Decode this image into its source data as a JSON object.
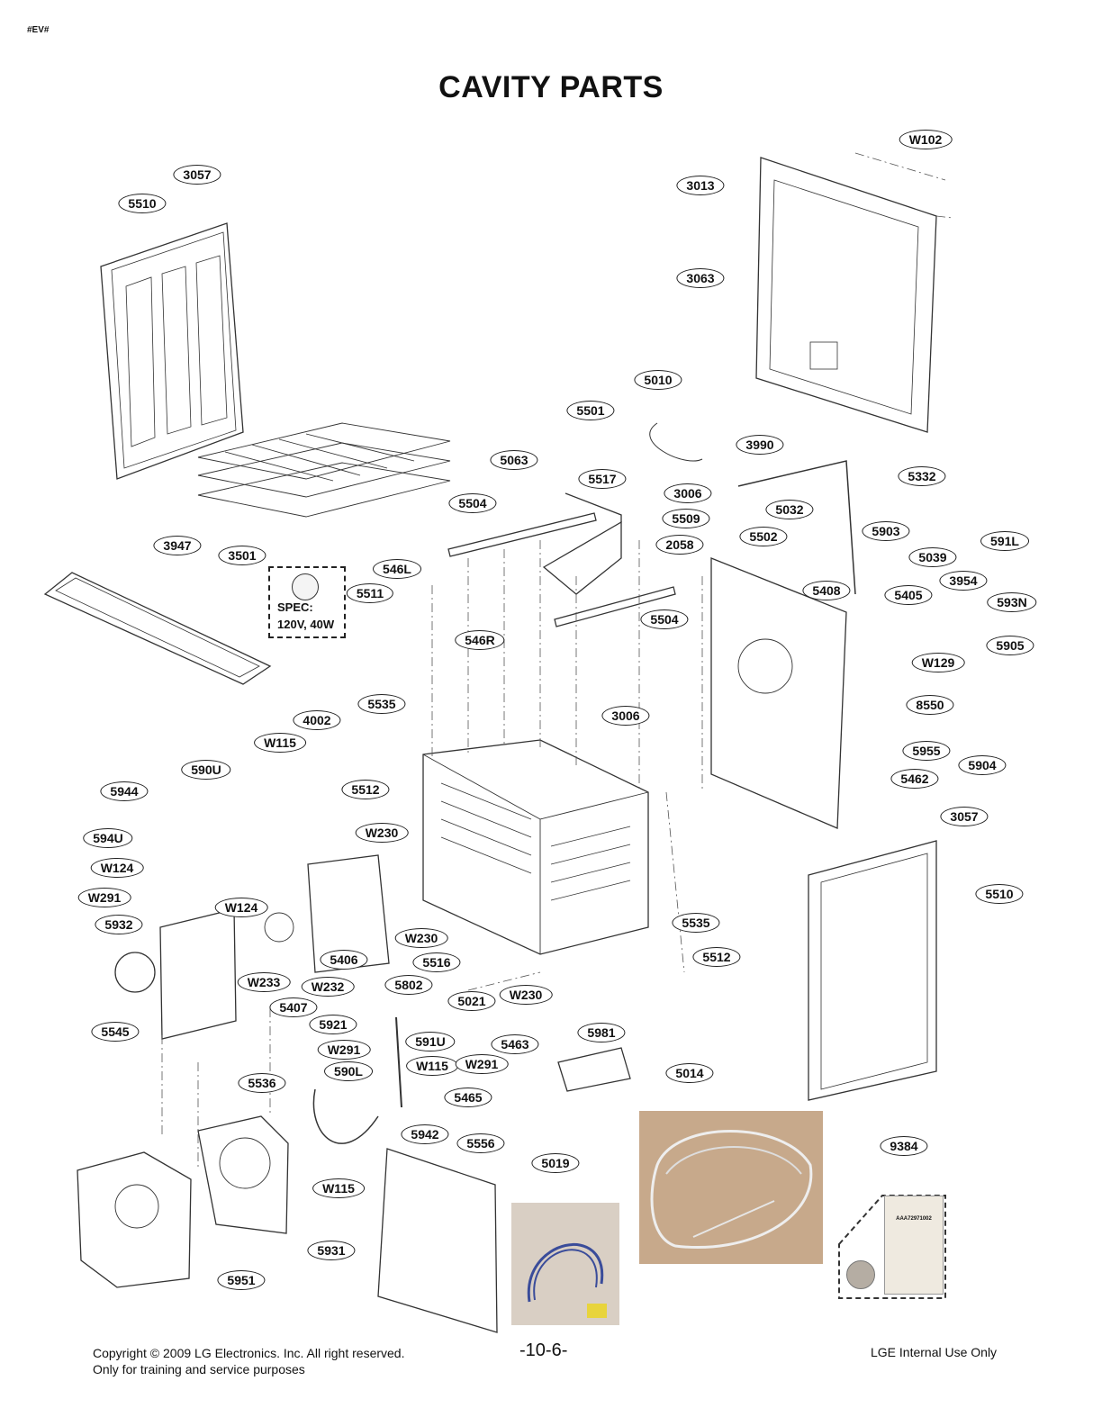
{
  "header": {
    "corner_tag": "#EV#",
    "title": "CAVITY PARTS"
  },
  "spec": {
    "line1": "SPEC:",
    "line2": "120V, 40W"
  },
  "kit": {
    "bag_label": "AAA72971002"
  },
  "labels": [
    {
      "id": "W102",
      "text": "W102"
    },
    {
      "id": "3057-top",
      "text": "3057"
    },
    {
      "id": "5510-left",
      "text": "5510"
    },
    {
      "id": "3013",
      "text": "3013"
    },
    {
      "id": "3063",
      "text": "3063"
    },
    {
      "id": "5010",
      "text": "5010"
    },
    {
      "id": "5501",
      "text": "5501"
    },
    {
      "id": "3990",
      "text": "3990"
    },
    {
      "id": "5063",
      "text": "5063"
    },
    {
      "id": "5517",
      "text": "5517"
    },
    {
      "id": "3006-top",
      "text": "3006"
    },
    {
      "id": "5332",
      "text": "5332"
    },
    {
      "id": "5504-top",
      "text": "5504"
    },
    {
      "id": "5509",
      "text": "5509"
    },
    {
      "id": "5032",
      "text": "5032"
    },
    {
      "id": "3947",
      "text": "3947"
    },
    {
      "id": "3501",
      "text": "3501"
    },
    {
      "id": "2058",
      "text": "2058"
    },
    {
      "id": "5502",
      "text": "5502"
    },
    {
      "id": "5903",
      "text": "5903"
    },
    {
      "id": "591L",
      "text": "591L"
    },
    {
      "id": "5039",
      "text": "5039"
    },
    {
      "id": "546L",
      "text": "546L"
    },
    {
      "id": "5511",
      "text": "5511"
    },
    {
      "id": "3954",
      "text": "3954"
    },
    {
      "id": "5408",
      "text": "5408"
    },
    {
      "id": "5405",
      "text": "5405"
    },
    {
      "id": "593N",
      "text": "593N"
    },
    {
      "id": "5504-mid",
      "text": "5504"
    },
    {
      "id": "546R",
      "text": "546R"
    },
    {
      "id": "5905",
      "text": "5905"
    },
    {
      "id": "W129",
      "text": "W129"
    },
    {
      "id": "5535-top",
      "text": "5535"
    },
    {
      "id": "8550",
      "text": "8550"
    },
    {
      "id": "4002",
      "text": "4002"
    },
    {
      "id": "3006-mid",
      "text": "3006"
    },
    {
      "id": "W115-top",
      "text": "W115"
    },
    {
      "id": "5955",
      "text": "5955"
    },
    {
      "id": "590U",
      "text": "590U"
    },
    {
      "id": "5904",
      "text": "5904"
    },
    {
      "id": "5512-top",
      "text": "5512"
    },
    {
      "id": "5462",
      "text": "5462"
    },
    {
      "id": "5944",
      "text": "5944"
    },
    {
      "id": "3057-right",
      "text": "3057"
    },
    {
      "id": "W230-a",
      "text": "W230"
    },
    {
      "id": "594U",
      "text": "594U"
    },
    {
      "id": "W124-left",
      "text": "W124"
    },
    {
      "id": "5510-right",
      "text": "5510"
    },
    {
      "id": "W291-left",
      "text": "W291"
    },
    {
      "id": "W124-mid",
      "text": "W124"
    },
    {
      "id": "5535-right",
      "text": "5535"
    },
    {
      "id": "5932",
      "text": "5932"
    },
    {
      "id": "W230-b",
      "text": "W230"
    },
    {
      "id": "5406",
      "text": "5406"
    },
    {
      "id": "5512-right",
      "text": "5512"
    },
    {
      "id": "5516",
      "text": "5516"
    },
    {
      "id": "W233",
      "text": "W233"
    },
    {
      "id": "W232",
      "text": "W232"
    },
    {
      "id": "5802",
      "text": "5802"
    },
    {
      "id": "W230-c",
      "text": "W230"
    },
    {
      "id": "5021",
      "text": "5021"
    },
    {
      "id": "5545",
      "text": "5545"
    },
    {
      "id": "5407",
      "text": "5407"
    },
    {
      "id": "5921",
      "text": "5921"
    },
    {
      "id": "5981",
      "text": "5981"
    },
    {
      "id": "591U",
      "text": "591U"
    },
    {
      "id": "5463",
      "text": "5463"
    },
    {
      "id": "W291-mid",
      "text": "W291"
    },
    {
      "id": "W115-mid",
      "text": "W115"
    },
    {
      "id": "W291-right",
      "text": "W291"
    },
    {
      "id": "5014",
      "text": "5014"
    },
    {
      "id": "590L",
      "text": "590L"
    },
    {
      "id": "5536",
      "text": "5536"
    },
    {
      "id": "5465",
      "text": "5465"
    },
    {
      "id": "5942",
      "text": "5942"
    },
    {
      "id": "5556",
      "text": "5556"
    },
    {
      "id": "9384",
      "text": "9384"
    },
    {
      "id": "5019",
      "text": "5019"
    },
    {
      "id": "W115-low",
      "text": "W115"
    },
    {
      "id": "5931",
      "text": "5931"
    },
    {
      "id": "5951",
      "text": "5951"
    }
  ],
  "footer": {
    "copyright_line1": "Copyright © 2009 LG Electronics. Inc. All right reserved.",
    "copyright_line2": "Only for training and service purposes",
    "page_number": "-10-6-",
    "internal": "LGE Internal Use Only"
  }
}
